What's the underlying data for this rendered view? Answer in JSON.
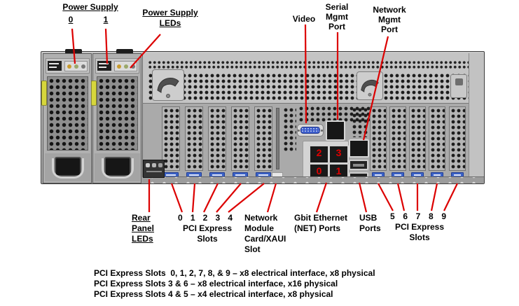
{
  "palette": {
    "leader_red": "#dc0000",
    "pci_label_blue": "#3b62c6",
    "serial_teal": "#2aa6a2",
    "vga_blue": "#3a5ccc",
    "latch_yellow": "#d6d63c",
    "chassis_gray": "#b6b6b6"
  },
  "top_callouts": {
    "power_supply": {
      "title": "Power Supply",
      "ps0": "0",
      "ps1": "1"
    },
    "power_supply_leds": {
      "line1": "Power Supply",
      "line2": "LEDs"
    },
    "video": {
      "label": "Video"
    },
    "serial_mgmt": {
      "line1": "Serial",
      "line2": "Mgmt",
      "line3": "Port"
    },
    "network_mgmt": {
      "line1": "Network",
      "line2": "Mgmt",
      "line3": "Port"
    }
  },
  "bottom_callouts": {
    "rear_panel_leds": {
      "line1": "Rear",
      "line2": "Panel",
      "line3": "LEDs"
    },
    "pci_left": {
      "digits": [
        "0",
        "1",
        "2",
        "3",
        "4"
      ],
      "line1": "PCI Express",
      "line2": "Slots"
    },
    "network_module": {
      "line1": "Network",
      "line2": "Module",
      "line3": "Card/XAUI",
      "line4": "Slot"
    },
    "gbit_ethernet": {
      "line1": "Gbit Ethernet",
      "line2": "(NET) Ports"
    },
    "usb": {
      "line1": "USB",
      "line2": "Ports"
    },
    "pci_right": {
      "digits": [
        "5",
        "6",
        "7",
        "8",
        "9"
      ],
      "line1": "PCI Express",
      "line2": "Slots"
    }
  },
  "chassis": {
    "net_ports": [
      "2",
      "3",
      "0",
      "1"
    ]
  },
  "footer": {
    "line1": "PCI Express Slots  0, 1, 2, 7, 8, & 9 – x8 electrical interface, x8 physical",
    "line2": "PCI Express Slots 3 & 6 – x8 electrical interface, x16 physical",
    "line3": "PCI Express Slots 4 & 5 – x4 electrical interface, x8 physical"
  }
}
